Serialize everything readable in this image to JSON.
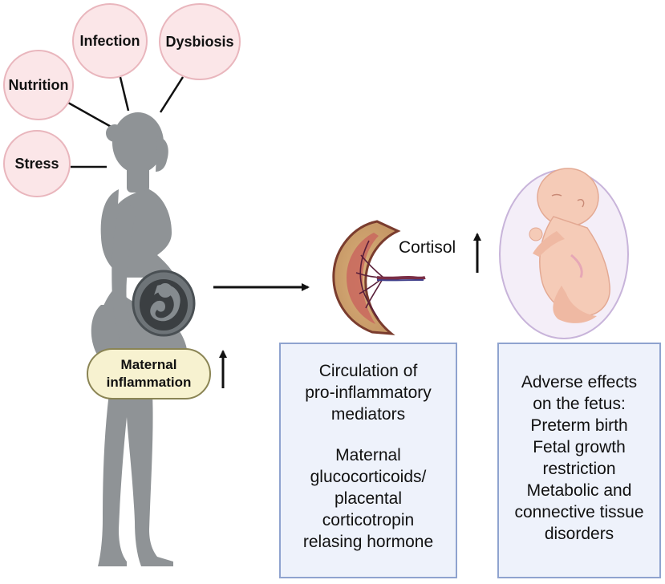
{
  "factors": {
    "nutrition": "Nutrition",
    "infection": "Infection",
    "dysbiosis": "Dysbiosis",
    "stress": "Stress"
  },
  "maternal_inflammation": {
    "line1": "Maternal",
    "line2": "inflammation"
  },
  "cortisol_label": "Cortisol",
  "mediators_box": {
    "line1": "Circulation of",
    "line2": "pro-inflammatory",
    "line3": "mediators",
    "line4": "Maternal",
    "line5": "glucocorticoids/",
    "line6": "placental",
    "line7": "corticotropin",
    "line8": "relasing hormone"
  },
  "effects_box": {
    "line1": "Adverse effects",
    "line2": "on the fetus:",
    "line3": "Preterm birth",
    "line4": "Fetal growth",
    "line5": "restriction",
    "line6": "Metabolic and",
    "line7": "connective tissue",
    "line8": "disorders"
  },
  "colors": {
    "factor_fill": "#fbe6e8",
    "factor_stroke": "#e9b6bd",
    "silhouette": "#8f9396",
    "inflammation_fill": "#f7f2d0",
    "box_fill": "#eef2fb",
    "box_stroke": "#8fa3cf",
    "placenta": "#b3414a",
    "fetus_bubble": "#f4eef8"
  },
  "icons": [
    "woman-silhouette-icon",
    "fetus-in-womb-icon",
    "placenta-icon",
    "fetus-icon",
    "up-arrow-icon",
    "right-arrow-icon"
  ]
}
